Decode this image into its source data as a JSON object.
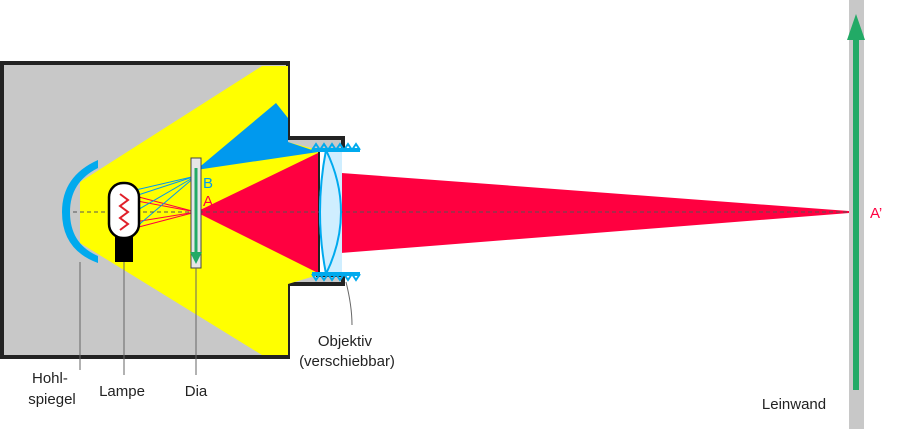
{
  "labels": {
    "mirror": [
      "Hohl-",
      "spiegel"
    ],
    "lamp": "Lampe",
    "slide": "Dia",
    "lens": [
      "Objektiv",
      "(verschiebbar)"
    ],
    "screen": "Leinwand"
  },
  "points": {
    "a": "A",
    "b": "B",
    "a_image": "A’"
  },
  "colors": {
    "housing": "#c8c8c8",
    "light": "#ffff00",
    "ray_a": "#ff0040",
    "ray_b": "#0099ee",
    "lens": "#cfeeff",
    "mirror": "#00aaee",
    "screen": "#c8c8c8",
    "arrow": "#22aa66"
  }
}
